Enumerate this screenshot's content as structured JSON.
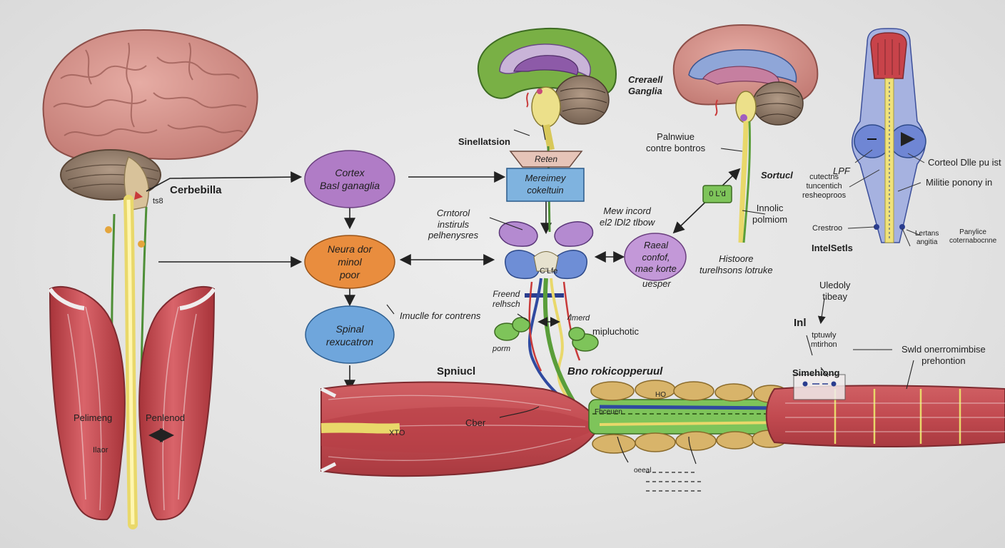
{
  "flow_nodes": {
    "cortex": "Cortex\nBasl ganaglia",
    "neura": "Neura dor\nminol\npoor",
    "spinal": "Spinal\nrexucatron"
  },
  "center_boxes": {
    "trapezoid": "Reten",
    "blue_box": "Mereimey\ncokeltuin"
  },
  "left_labels": {
    "cerbebilla": "Cerbebilla",
    "small": "ts8",
    "muscle_left": "Pelimeng",
    "muscle_right": "Penlenod",
    "muscle_small": "Ilaor"
  },
  "center_labels": {
    "sinellatsion": "Sinellatsion",
    "crntorol": "Crntorol\ninstiruls\npelhenysres",
    "imuscle": "Imuclle for contrens",
    "freend": "Freend\nrelhsch",
    "porm": "porm",
    "imerd": "Imerd",
    "mipluchotic": "mipluchotic",
    "spniucl": "Spniucl",
    "bno": "Bno rokicopperuul",
    "cber": "Cber",
    "xto": "XTO",
    "cfe": "C'Lfe",
    "fbceuen": "Fbceuen",
    "oeeal": "oeeal",
    "ho": "HO"
  },
  "right_labels": {
    "cereall": "Creraell\nGanglia",
    "palnwiue": "Palnwiue\ncontre bontros",
    "mew": "Mew incord\nel2 lDl2 tlbow",
    "reael": "Raeal\nconfof,\nmae korte",
    "uesper": "uesper",
    "sortucl": "Sortucl",
    "innolic": "Innolic\npolmiom",
    "olad": "0 L'd",
    "histoore": "Histoore\nturelhsons lotruke",
    "lpf": "LPF",
    "cuteolie": "cutectns\ntuncentich\nresheoproos",
    "corteol": "Corteol  Dlle pu ist",
    "militie": "Militie ponony in",
    "crestroo": "Crestroo",
    "intelsetls": "IntelSetls",
    "lertans": "Lertans\nangitia",
    "panylice": "Panylice\ncoternabocnne",
    "uledoly": "Uledoly\ntibeay",
    "inl": "Inl",
    "tptuwly": "tptuwly\nmtirhon",
    "simehiong": "Simehiong",
    "swld": "Swld onerromimbise\nprehontion"
  },
  "colors": {
    "cortex_node": "#b07cc6",
    "neura_node": "#e98d3e",
    "spinal_node": "#6fa6dc",
    "blue_box": "#7fb3df",
    "green_box": "#7ec45a",
    "muscle": "#c94a4e",
    "nerve_yellow": "#f0e27a",
    "nerve_green": "#5a9e3a"
  }
}
